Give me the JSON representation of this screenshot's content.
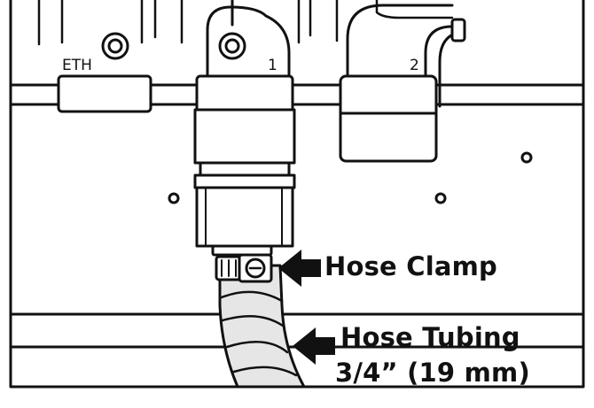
{
  "ports": {
    "eth": "ETH",
    "one": "1",
    "two": "2"
  },
  "callouts": {
    "hose_clamp": "Hose Clamp",
    "hose_tubing": "Hose Tubing",
    "tubing_size": "3/4” (19 mm)"
  },
  "colors": {
    "line": "#111111",
    "fill": "#ffffff",
    "tubing": "#e6e6e6"
  }
}
